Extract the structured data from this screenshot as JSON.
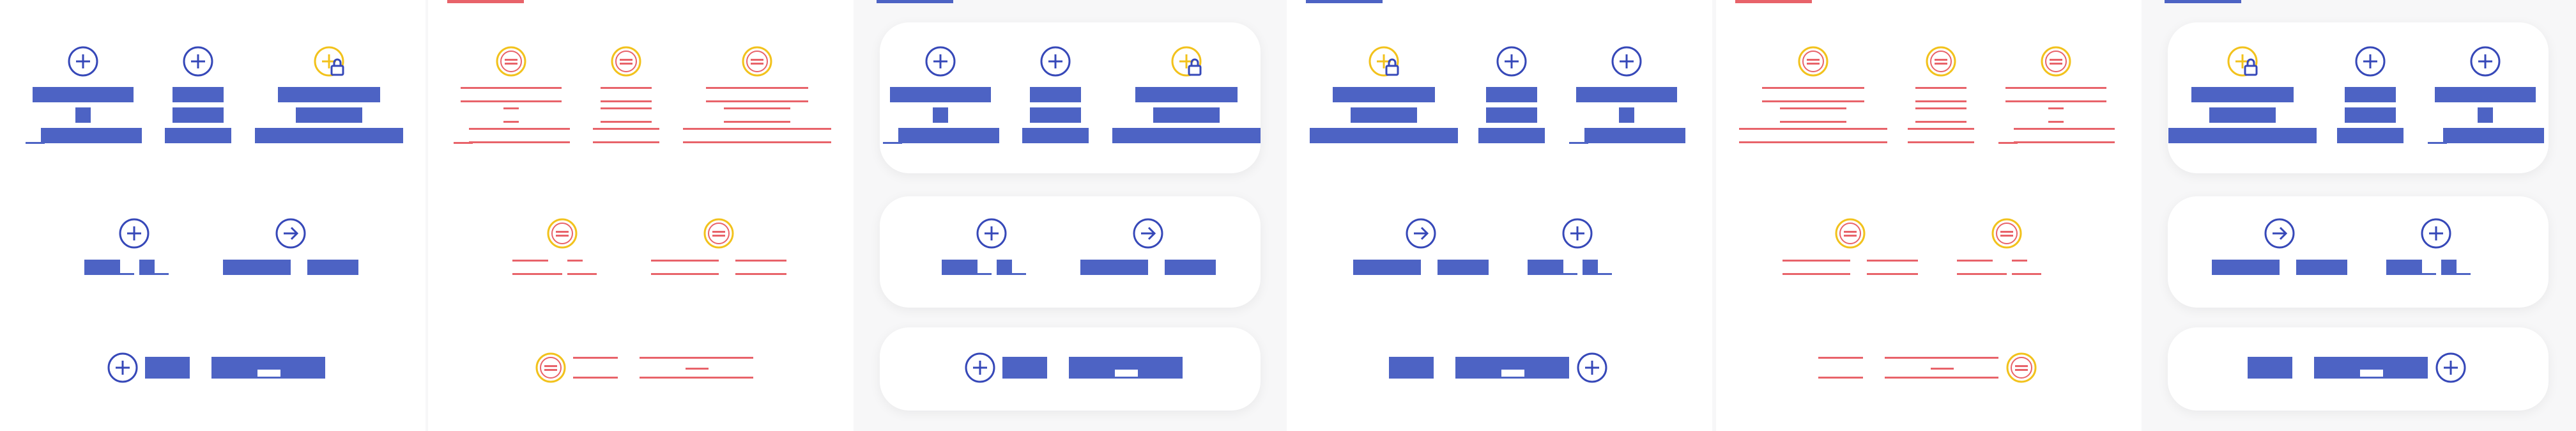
{
  "colors": {
    "blue": "#4d63c4",
    "icon_blue": "#3648b8",
    "yellow": "#f2c21c",
    "red": "#e8636a",
    "card_bg": "#ffffff",
    "page_bg": "#f7f7f8"
  },
  "icons": {
    "plus": "plus-circle-icon",
    "arrow": "arrow-right-circle-icon",
    "plus_lock": "plus-circle-locked-icon",
    "equals": "equals-circle-icon"
  },
  "panels": [
    {
      "variant": "blue",
      "style": "plain"
    },
    {
      "variant": "red",
      "style": "plain"
    },
    {
      "variant": "blue",
      "style": "cards"
    },
    {
      "variant": "blue",
      "style": "plain-mirrored"
    },
    {
      "variant": "red",
      "style": "plain-mirrored"
    },
    {
      "variant": "blue",
      "style": "cards-mirrored"
    }
  ]
}
